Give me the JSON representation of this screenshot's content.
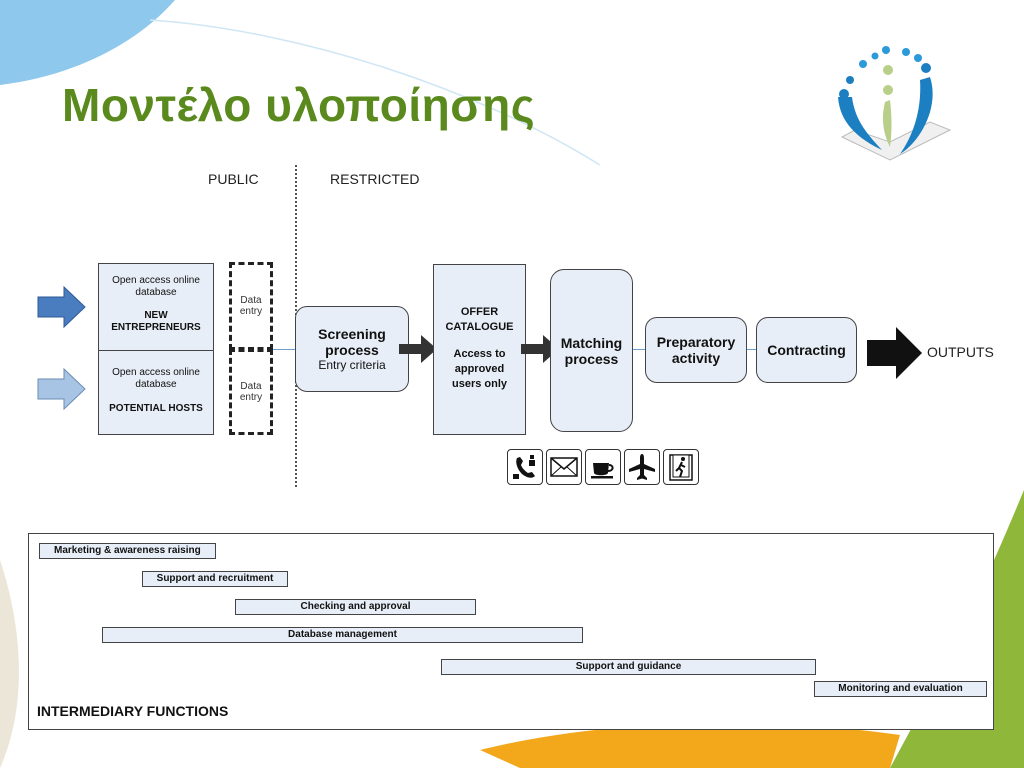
{
  "slide": {
    "title": "Μοντέλο υλοποίησης",
    "colors": {
      "title_green": "#5a8a1e",
      "box_fill": "#e8eef7",
      "arrow_blue_dark": "#4a7cc0",
      "arrow_blue_light": "#a8c4e4",
      "logo_blue": "#1c7fc2",
      "logo_green": "#b8cf8a"
    }
  },
  "diagram": {
    "public_label": "PUBLIC",
    "restricted_label": "RESTRICTED",
    "db_new": {
      "line1": "Open access online",
      "line2": "database",
      "line3": "NEW",
      "line4": "ENTREPRENEURS"
    },
    "db_hosts": {
      "line1": "Open access online",
      "line2": "database",
      "line3": "POTENTIAL HOSTS"
    },
    "data_entry_1": {
      "line1": "Data",
      "line2": "entry"
    },
    "data_entry_2": {
      "line1": "Data",
      "line2": "entry"
    },
    "screening": {
      "line1": "Screening",
      "line2": "process",
      "line3": "Entry criteria"
    },
    "offer": {
      "line1": "OFFER",
      "line2": "CATALOGUE",
      "line3": "Access to",
      "line4": "approved",
      "line5": "users only"
    },
    "matching": {
      "line1": "Matching",
      "line2": "process"
    },
    "preparatory": {
      "line1": "Preparatory",
      "line2": "activity"
    },
    "contracting": "Contracting",
    "outputs": "OUTPUTS",
    "icons": [
      "phone-icon",
      "envelope-icon",
      "coffee-cup-icon",
      "airplane-icon",
      "exit-door-icon"
    ]
  },
  "gantt": {
    "bars": [
      {
        "label": "Marketing & awareness raising"
      },
      {
        "label": "Support and recruitment"
      },
      {
        "label": "Checking and approval"
      },
      {
        "label": "Database management"
      },
      {
        "label": "Support and guidance"
      },
      {
        "label": "Monitoring and evaluation"
      }
    ],
    "title": "INTERMEDIARY FUNCTIONS"
  }
}
